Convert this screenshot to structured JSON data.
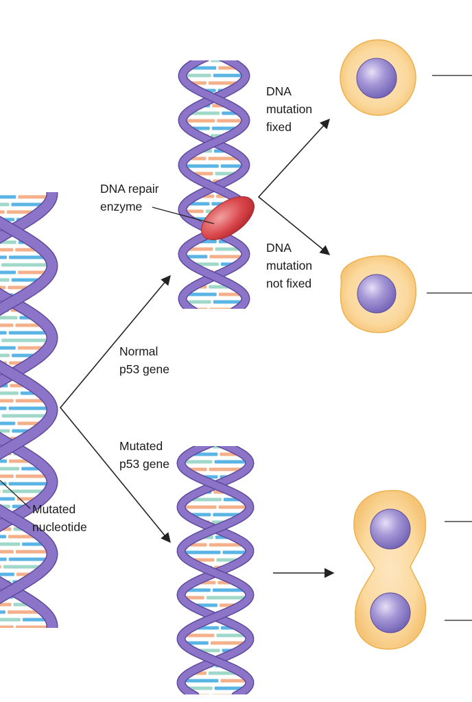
{
  "labels": {
    "dna_repair_enzyme": [
      "DNA repair",
      "enzyme"
    ],
    "dna_mutation_fixed": [
      "DNA",
      "mutation",
      "fixed"
    ],
    "dna_mutation_not_fixed": [
      "DNA",
      "mutation",
      "not fixed"
    ],
    "normal_p53_gene": [
      "Normal",
      "p53 gene"
    ],
    "mutated_p53_gene": [
      "Mutated",
      "p53 gene"
    ],
    "mutated_nucleotide": [
      "Mutated",
      "nucleotide"
    ]
  },
  "colors": {
    "helix_backbone": "#8c74c8",
    "helix_backbone_dark": "#5d4a9c",
    "base_orange": "#f3b08a",
    "base_blue": "#5ab4e4",
    "base_teal": "#9fd8c8",
    "cell_body": "#fbd79a",
    "cell_edge": "#ecb04c",
    "nucleus": "#8f82c6",
    "enzyme": "#d9474c",
    "arrow": "#222222"
  }
}
